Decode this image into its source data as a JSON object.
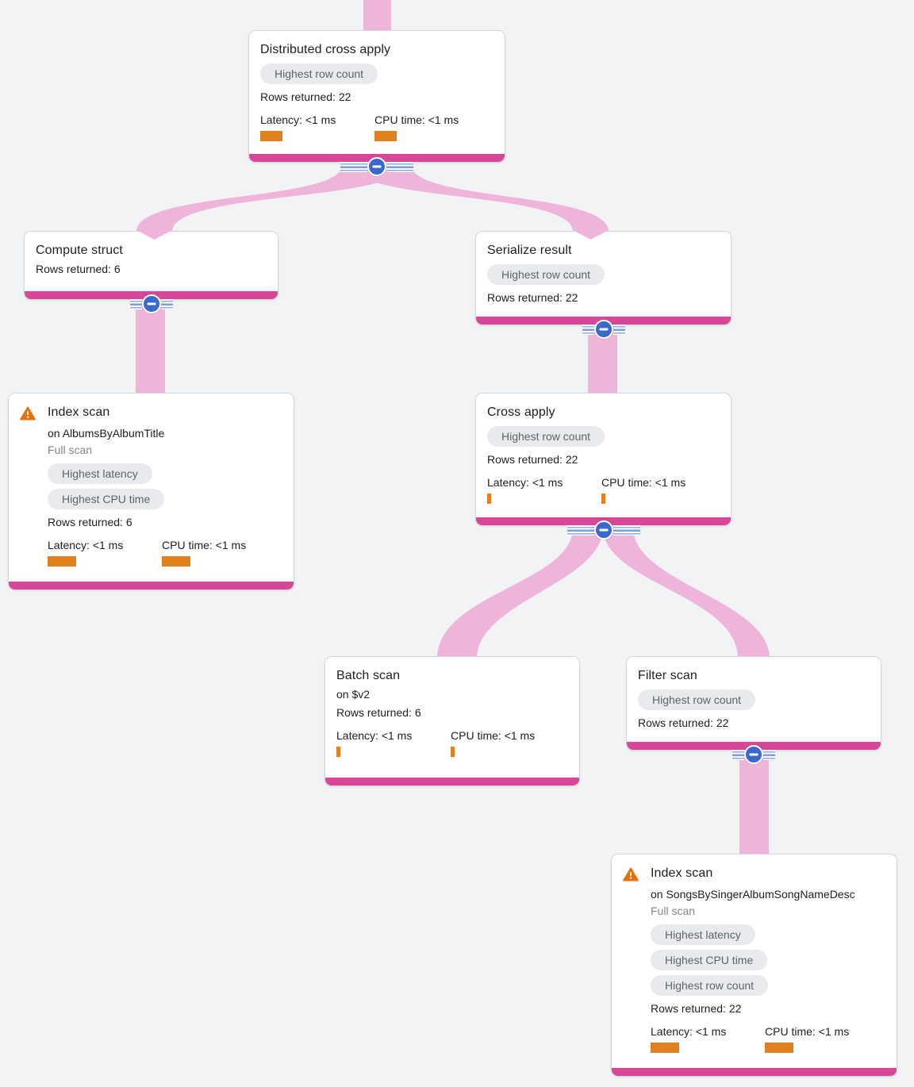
{
  "colors": {
    "background": "#F1F3F4",
    "card_bg": "#FFFFFF",
    "card_border": "#D6D9DC",
    "bottom_bar": "#D84797",
    "ribbon": "#EFB4D9",
    "button_blue": "#3B68CF",
    "stripe_line": "#8FA9E6",
    "bar_orange": "#E2801F",
    "warning_orange": "#E8710A",
    "badge_bg": "#E8EAED",
    "badge_text": "#5F6368",
    "text_dark": "#202124",
    "text_muted": "#80868B"
  },
  "nodes": [
    {
      "title": "Distributed cross apply",
      "badges": [
        "Highest row count"
      ],
      "rows_returned": "Rows returned: 22",
      "latency_label": "Latency: <1 ms",
      "cpu_label": "CPU time: <1 ms",
      "latency_bar": 28,
      "cpu_bar": 28
    },
    {
      "title": "Compute struct",
      "rows_returned": "Rows returned: 6"
    },
    {
      "title": "Serialize result",
      "badges": [
        "Highest row count"
      ],
      "rows_returned": "Rows returned: 22"
    },
    {
      "title": "Index scan",
      "on": "on AlbumsByAlbumTitle",
      "scan_type": "Full scan",
      "badges": [
        "Highest latency",
        "Highest CPU time"
      ],
      "rows_returned": "Rows returned: 6",
      "latency_label": "Latency: <1 ms",
      "cpu_label": "CPU time: <1 ms",
      "latency_bar": 36,
      "cpu_bar": 36
    },
    {
      "title": "Cross apply",
      "badges": [
        "Highest row count"
      ],
      "rows_returned": "Rows returned: 22",
      "latency_label": "Latency: <1 ms",
      "cpu_label": "CPU time: <1 ms",
      "latency_bar": 5,
      "cpu_bar": 5
    },
    {
      "title": "Batch scan",
      "on": "on $v2",
      "rows_returned": "Rows returned: 6",
      "latency_label": "Latency: <1 ms",
      "cpu_label": "CPU time: <1 ms",
      "latency_bar": 5,
      "cpu_bar": 5
    },
    {
      "title": "Filter scan",
      "badges": [
        "Highest row count"
      ],
      "rows_returned": "Rows returned: 22"
    },
    {
      "title": "Index scan",
      "on": "on SongsBySingerAlbumSongNameDesc",
      "scan_type": "Full scan",
      "badges": [
        "Highest latency",
        "Highest CPU time",
        "Highest row count"
      ],
      "rows_returned": "Rows returned: 22",
      "latency_label": "Latency: <1 ms",
      "cpu_label": "CPU time: <1 ms",
      "latency_bar": 36,
      "cpu_bar": 36
    }
  ]
}
